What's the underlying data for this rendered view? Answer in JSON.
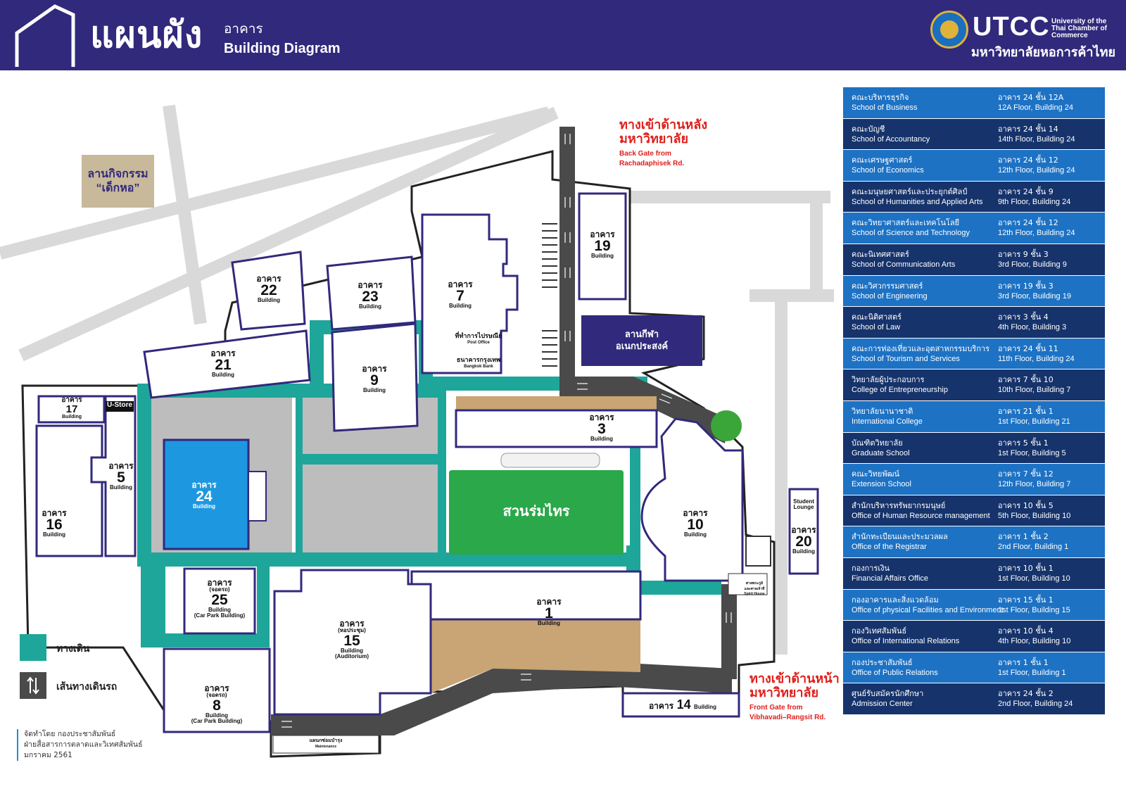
{
  "header": {
    "title_th": "แผนผัง",
    "title_th_sub": "อาคาร",
    "title_en": "Building Diagram",
    "logo_text": "UTCC",
    "logo_name_en": "University of the Thai Chamber of Commerce",
    "logo_name_th": "มหาวิทยาลัยหอการค้าไทย"
  },
  "colors": {
    "header": "#31297c",
    "walkway": "#1ea69a",
    "road": "#4a4a4a",
    "outline": "#31297c",
    "garden": "#2aa84a",
    "sand": "#c9a474",
    "building_24": "#1d98e0",
    "sports": "#31297c",
    "gate_text": "#e0201c"
  },
  "map": {
    "activity_area": "ลานกิจกรรม\n“เด็กหอ”",
    "garden": "สวนร่มไทร",
    "sports_field": "ลานกีฬา\nอเนกประสงค์",
    "u_store": "U-Store",
    "post_office_th": "ที่ทำการไปรษณีย์",
    "post_office_en": "Post Office",
    "bank_th": "ธนาคารกรุงเทพ",
    "bank_en": "Bangkok Bank",
    "spirit_house_th": "ศาลพระภูมิ\nและศาลเจ้าที่",
    "spirit_house_en": "Spirit House",
    "maintenance_th": "แผนกซ่อมบำรุง",
    "maintenance_en": "Maintenance",
    "student_lounge": "Student\nLounge",
    "buildings": {
      "b1": {
        "th": "อาคาร",
        "no": "1",
        "en": "Building"
      },
      "b3": {
        "th": "อาคาร",
        "no": "3",
        "en": "Building"
      },
      "b5": {
        "th": "อาคาร",
        "no": "5",
        "en": "Building"
      },
      "b7": {
        "th": "อาคาร",
        "no": "7",
        "en": "Building"
      },
      "b8": {
        "th": "อาคาร",
        "sub": "(จอดรถ)",
        "no": "8",
        "en": "Building",
        "en_sub": "(Car Park Building)"
      },
      "b9": {
        "th": "อาคาร",
        "no": "9",
        "en": "Building"
      },
      "b10": {
        "th": "อาคาร",
        "no": "10",
        "en": "Building"
      },
      "b14": {
        "th": "อาคาร",
        "no": "14",
        "en": "Building"
      },
      "b15": {
        "th": "อาคาร",
        "sub": "(หอประชุม)",
        "no": "15",
        "en": "Building",
        "en_sub": "(Auditorium)"
      },
      "b16": {
        "th": "อาคาร",
        "no": "16",
        "en": "Building"
      },
      "b17": {
        "th": "อาคาร",
        "no": "17",
        "en": "Building"
      },
      "b19": {
        "th": "อาคาร",
        "no": "19",
        "en": "Building"
      },
      "b20": {
        "th": "อาคาร",
        "no": "20",
        "en": "Building"
      },
      "b21": {
        "th": "อาคาร",
        "no": "21",
        "en": "Building"
      },
      "b22": {
        "th": "อาคาร",
        "no": "22",
        "en": "Building"
      },
      "b23": {
        "th": "อาคาร",
        "no": "23",
        "en": "Building"
      },
      "b24": {
        "th": "อาคาร",
        "no": "24",
        "en": "Building"
      },
      "b25": {
        "th": "อาคาร",
        "sub": "(จอดรถ)",
        "no": "25",
        "en": "Building",
        "en_sub": "(Car Park Building)"
      }
    }
  },
  "gates": {
    "back_th": "ทางเข้าด้านหลัง\nมหาวิทยาลัย",
    "back_en": "Back Gate from\nRachadaphisek Rd.",
    "front_th": "ทางเข้าด้านหน้า\nมหาวิทยาลัย",
    "front_en": "Front Gate from\nVibhavadi–Rangsit Rd."
  },
  "legend": {
    "walkway": "ทางเดิน",
    "car_path": "เส้นทางเดินรถ"
  },
  "credit": {
    "line1": "จัดทำโดย กองประชาสัมพันธ์",
    "line2": "ฝ่ายสื่อสารการตลาดและวิเทศสัมพันธ์",
    "line3": "มกราคม 2561"
  },
  "directory": [
    {
      "th": "คณะบริหารธุรกิจ",
      "en": "School of Business",
      "loc_th": "อาคาร 24 ชั้น 12A",
      "loc_en": "12A Floor, Building 24"
    },
    {
      "th": "คณะบัญชี",
      "en": "School of Accountancy",
      "loc_th": "อาคาร 24 ชั้น 14",
      "loc_en": "14th Floor, Building 24"
    },
    {
      "th": "คณะเศรษฐศาสตร์",
      "en": "School of Economics",
      "loc_th": "อาคาร 24 ชั้น 12",
      "loc_en": "12th Floor, Building 24"
    },
    {
      "th": "คณะมนุษยศาสตร์และประยุกต์ศิลป์",
      "en": "School of Humanities and Applied Arts",
      "loc_th": "อาคาร 24 ชั้น 9",
      "loc_en": "9th Floor, Building 24"
    },
    {
      "th": "คณะวิทยาศาสตร์และเทคโนโลยี",
      "en": "School of Science and Technology",
      "loc_th": "อาคาร 24 ชั้น 12",
      "loc_en": "12th Floor, Building 24"
    },
    {
      "th": "คณะนิเทศศาสตร์",
      "en": "School of Communication Arts",
      "loc_th": "อาคาร 9 ชั้น 3",
      "loc_en": "3rd Floor, Building 9"
    },
    {
      "th": "คณะวิศวกรรมศาสตร์",
      "en": "School of Engineering",
      "loc_th": "อาคาร 19 ชั้น 3",
      "loc_en": "3rd Floor, Building 19"
    },
    {
      "th": "คณะนิติศาสตร์",
      "en": "School of Law",
      "loc_th": "อาคาร 3 ชั้น 4",
      "loc_en": "4th Floor, Building 3"
    },
    {
      "th": "คณะการท่องเที่ยวและอุตสาหกรรมบริการ",
      "en": "School of Tourism and Services",
      "loc_th": "อาคาร 24 ชั้น 11",
      "loc_en": "11th Floor, Building 24"
    },
    {
      "th": "วิทยาลัยผู้ประกอบการ",
      "en": "College of Entrepreneurship",
      "loc_th": "อาคาร 7 ชั้น 10",
      "loc_en": "10th Floor, Building 7"
    },
    {
      "th": "วิทยาลัยนานาชาติ",
      "en": "International College",
      "loc_th": "อาคาร 21 ชั้น 1",
      "loc_en": "1st Floor, Building 21"
    },
    {
      "th": "บัณฑิตวิทยาลัย",
      "en": "Graduate School",
      "loc_th": "อาคาร 5 ชั้น 1",
      "loc_en": "1st Floor, Building 5"
    },
    {
      "th": "คณะวิทยพัฒน์",
      "en": "Extension School",
      "loc_th": "อาคาร 7 ชั้น 12",
      "loc_en": "12th Floor, Building 7"
    },
    {
      "th": "สำนักบริหารทรัพยากรมนุษย์",
      "en": "Office of Human Resource management",
      "loc_th": "อาคาร 10 ชั้น 5",
      "loc_en": "5th Floor, Building 10"
    },
    {
      "th": "สำนักทะเบียนและประมวลผล",
      "en": "Office of the Registrar",
      "loc_th": "อาคาร 1 ชั้น 2",
      "loc_en": "2nd Floor, Building 1"
    },
    {
      "th": "กองการเงิน",
      "en": "Financial Affairs Office",
      "loc_th": "อาคาร 10 ชั้น 1",
      "loc_en": "1st Floor, Building 10"
    },
    {
      "th": "กองอาคารและสิ่งแวดล้อม",
      "en": "Office of physical Facilities and Environment",
      "loc_th": "อาคาร 15 ชั้น 1",
      "loc_en": "1st Floor, Building 15"
    },
    {
      "th": "กองวิเทศสัมพันธ์",
      "en": "Office of International Relations",
      "loc_th": "อาคาร 10 ชั้น 4",
      "loc_en": "4th Floor, Building 10"
    },
    {
      "th": "กองประชาสัมพันธ์",
      "en": "Office of Public Relations",
      "loc_th": "อาคาร 1 ชั้น 1",
      "loc_en": "1st Floor, Building 1"
    },
    {
      "th": "ศูนย์รับสมัครนักศึกษา",
      "en": "Admission Center",
      "loc_th": "อาคาร 24 ชั้น 2",
      "loc_en": "2nd Floor, Building 24"
    }
  ]
}
